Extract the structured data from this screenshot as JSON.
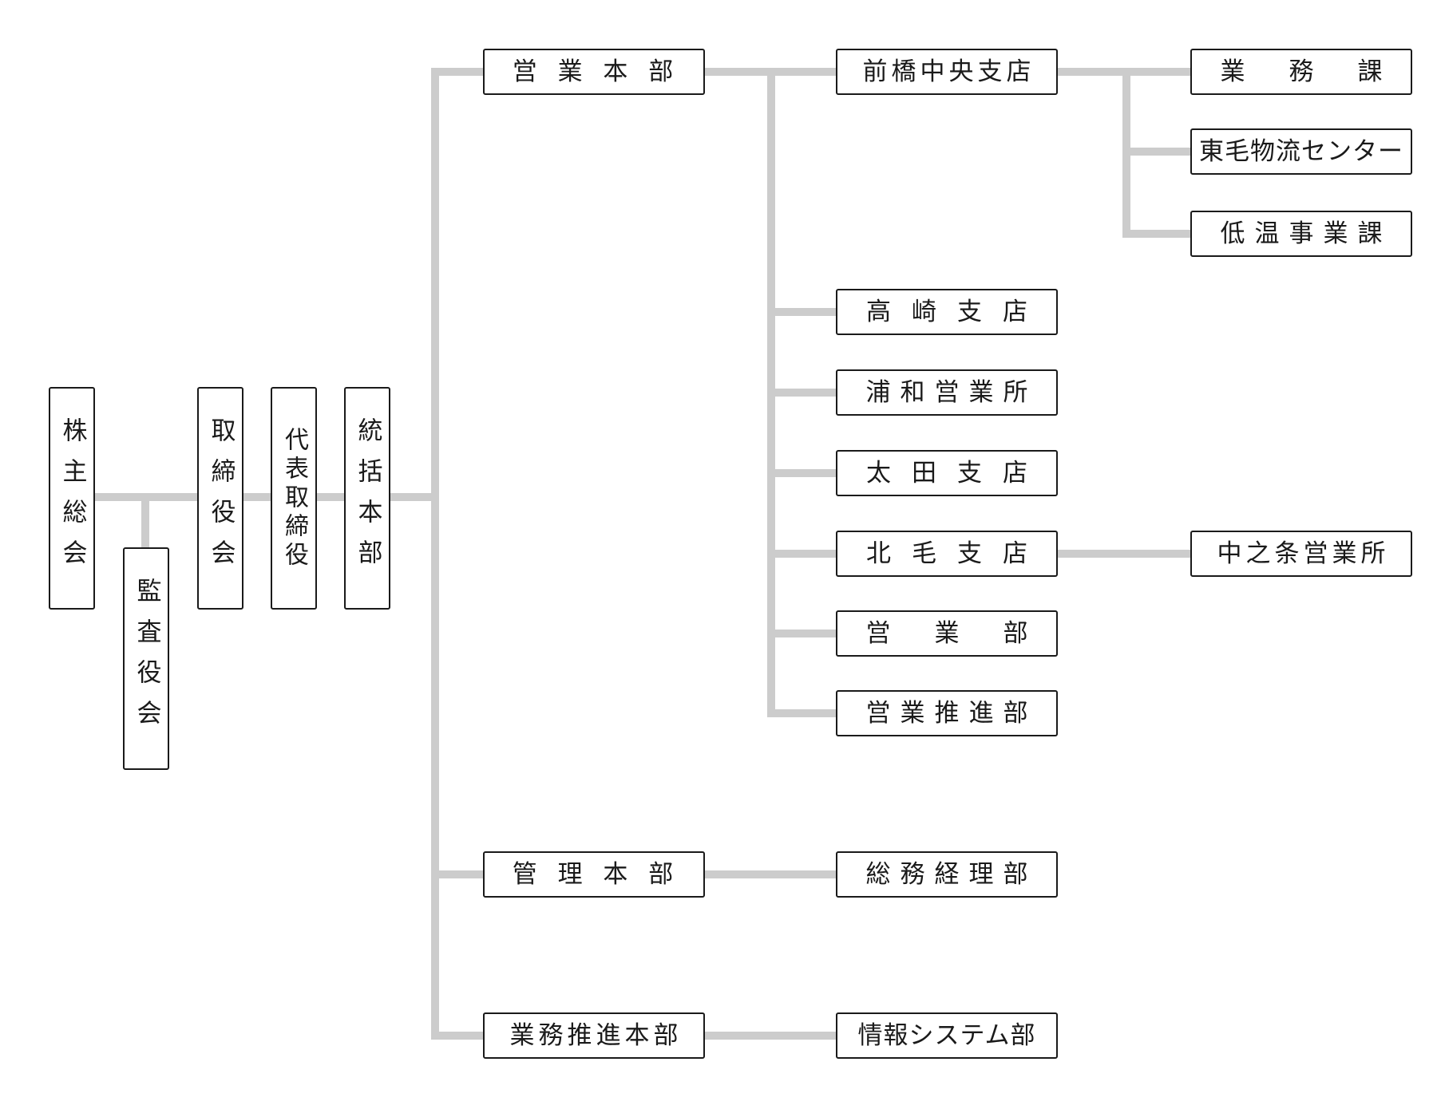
{
  "top": {
    "shareholders": "株主総会",
    "auditors": "監査役会",
    "board": "取締役会",
    "president": "代表取締役",
    "general_hq": "統括本部"
  },
  "hq": {
    "sales": "営 業 本 部",
    "admin": "管 理 本 部",
    "business_promo": "業務推進本部"
  },
  "sales_branches": {
    "maebashi": "前橋中央支店",
    "takasaki": "高崎支店",
    "urawa": "浦和営業所",
    "ota": "太田支店",
    "hokumo": "北毛支店",
    "sales_dept": "営　業　部",
    "sales_promo": "営業推進部"
  },
  "maebashi_units": {
    "gyomu": "業　務　課",
    "tomo_logistics": "東毛物流センター",
    "cold": "低温事業課"
  },
  "hokumo_units": {
    "nakanojo": "中之条営業所"
  },
  "admin_units": {
    "general_accounting": "総務経理部"
  },
  "promo_units": {
    "it": "情報システム部"
  },
  "colors": {
    "connector": "#cccccc",
    "border": "#1a1a1a",
    "text": "#1a1a1a"
  }
}
